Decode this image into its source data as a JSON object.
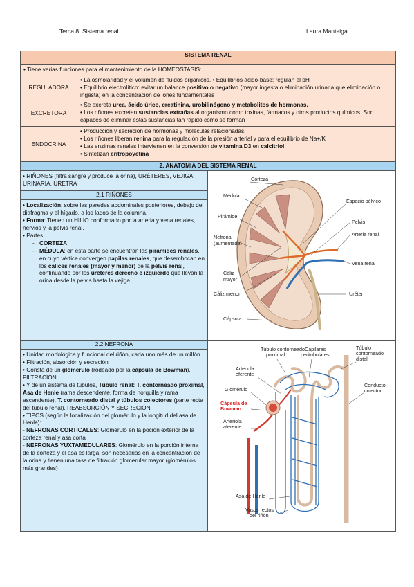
{
  "header": {
    "left": "Tema 8. Sistema renal",
    "right": "Laura Manteiga"
  },
  "title": "SISTEMA RENAL",
  "intro": "• Tiene varias funciones para el mantenimiento de la HOMEOSTASIS:",
  "functions": {
    "reguladora": {
      "label": "REGULADORA",
      "l1": "• La osmolaridad y el volumen de fluidos orgánicos.     • Equilibrios ácido-base: regulan el pH",
      "l2a": "• Equilibrio electrolítico: evitar un balance ",
      "l2b": "positivo o negativo",
      "l2c": " (mayor ingesta o eliminación urinaria que eliminación o ingesta) en la concentración de iones fundamentales"
    },
    "excretora": {
      "label": "EXCRETORA",
      "l1a": "• Se excreta ",
      "l1b": "urea, ácido úrico, creatinina, urobilinógeno y metabolitos de hormonas.",
      "l2a": "• Los riñones excretan ",
      "l2b": "sustancias extrañas",
      "l2c": " al organismo como toxinas, fármacos y otros productos químicos. Son capaces de eliminar estas sustancias tan rápido como se forman"
    },
    "endocrina": {
      "label": "ENDOCRINA",
      "l1": "• Producción y secreción de hormonas y moléculas relacionadas.",
      "l2a": "• Los riñones liberan ",
      "l2b": "renina",
      "l2c": " para la regulación de la presión arterial y para el equilibrio de Na+/K",
      "l3a": "• Las enzimas renales intervienen en la conversión de ",
      "l3b": "vitamina D3",
      "l3c": " en ",
      "l3d": "calcitriol",
      "l4a": "• Sintetizan ",
      "l4b": "eritropoyetina"
    }
  },
  "anatomy": {
    "title": "2. ANATOMIA DEL SISTEMA RENAL",
    "intro": "• RIÑONES (filtra sangre y produce la orina), URÉTERES, VEJIGA URINARIA, URETRA",
    "kidneys": {
      "title": "2.1 RIÑONES",
      "loc_b": "Localización",
      "loc_t": ": sobre las paredes abdominales posteriores, debajo del diafragma y el hígado, a los lados de la columna.",
      "forma_b": "Forma",
      "forma_t": ": Tienen un HILIO conformado por la arteria y vena renales, nervios y la pelvis renal.",
      "partes": "Partes:",
      "corteza": "CORTEZA",
      "medula_b": "MÉDULA",
      "medula_1": ": en esta parte se encuentran las ",
      "medula_2": "pirámides renales",
      "medula_3": ", en cuyo vértice convergen ",
      "medula_4": "papilas renales",
      "medula_5": ", que desembocan en los ",
      "medula_6": "calices renales (mayor y menor)",
      "medula_7": " de la ",
      "medula_8": "pelvis renal",
      "medula_9": ", continuando por los ",
      "medula_10": "uréteres derecho e izquierdo",
      "medula_11": " que llevan la orina desde la pelvis hasta la vejiga",
      "figure_labels": {
        "corteza": "Corteza",
        "medula": "Médula",
        "piramide": "Pirámide",
        "nefrona": "Nefrona",
        "aumentada": "(aumentada)",
        "caliz_mayor_1": "Cáliz",
        "caliz_mayor_2": "mayor",
        "caliz_menor": "Cáliz menor",
        "capsula": "Cápsula",
        "espacio": "Espacio pélvico",
        "pelvis": "Pelvis",
        "arteria": "Arteria renal",
        "vena": "Vena renal",
        "ureter": "Uréter"
      }
    },
    "nephron": {
      "title": "2.2 NEFRONA",
      "p1": "• Unidad morfológica y funcional del riñón, cada uno más de un millón",
      "p2": "• Filtración, absorción y secreción",
      "p3a": "• Consta de un ",
      "p3b": "glomérulo",
      "p3c": " (rodeado por la ",
      "p3d": "cápsula de Bowman",
      "p3e": "). FILTRACIÓN",
      "p4a": "• Y de un sistema de túbulos, ",
      "p4b": "Túbulo renal: T. contorneado proximal",
      "p4c": ", ",
      "p4d": "Asa de Henle",
      "p4e": " (rama descendente, forma de horquilla y rama ascendente), ",
      "p4f": "T. contorneado distal y túbulos colectores",
      "p4g": " (parte recta del túbulo renal). REABSORCIÓN Y SECRECIÓN",
      "p5": " • TIPOS (según la localización del glomérulo y la longitud del asa de Henle):",
      "p6a": "- NEFRONAS CORTICALES",
      "p6b": ": Glomérulo en la poción exterior de la corteza renal y asa corta",
      "p7a": "- NEFRONAS YUXTAMEDULARES",
      "p7b": ": Glomérulo en la porción interna de la corteza y el asa es larga; son necesarias en la concentración de la orina y tienen una tasa de filtración glomerular mayor (glomérulos más grandes)",
      "figure_labels": {
        "tcp_1": "Túbulo contorneado",
        "tcp_2": "proximal",
        "capilares_1": "Capilares",
        "capilares_2": "peritubulares",
        "tcd_1": "Túbulo",
        "tcd_2": "contorneado",
        "tcd_3": "distal",
        "eferente_1": "Arteriola",
        "eferente_2": "eferente",
        "glomerulo": "Glomérulo",
        "bowman_1": "Cápsula de",
        "bowman_2": "Bowman",
        "aferente_1": "Arteriola",
        "aferente_2": "aferente",
        "colector_1": "Conducto",
        "colector_2": "colector",
        "henle": "Asa de Henle",
        "vasos_1": "Vasos rectos",
        "vasos_2": "del riñón"
      }
    }
  },
  "colors": {
    "title_bg": "#f7c9ae",
    "function_bg": "#fce3d3",
    "section_bg": "#a9d5f1",
    "cell_bg": "#d7ecf9",
    "artery": "#d23a2a",
    "vein": "#2f6fb3"
  }
}
